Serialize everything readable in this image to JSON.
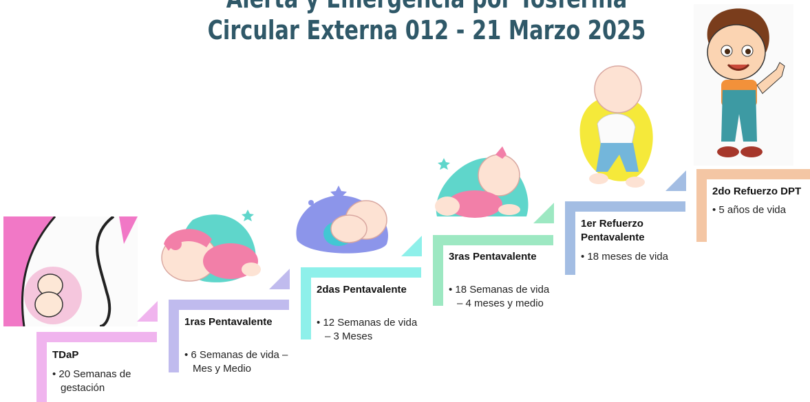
{
  "title": {
    "line1": "Alerta y Emergencia por Tosferina",
    "line2": "Circular Externa 012 - 21 Marzo 2025"
  },
  "steps": [
    {
      "name": "TDaP",
      "desc": "• 20 Semanas de gestación",
      "color": "#f0b4ee",
      "illustration": "pregnant-belly-fetus"
    },
    {
      "name": "1ras Pentavalente",
      "desc": "• 6 Semanas de vida – Mes y Medio",
      "color": "#c0bbee",
      "illustration": "sleeping-baby-pink-bow"
    },
    {
      "name": "2das Pentavalente",
      "desc": "• 12 Semanas de vida – 3 Meses",
      "color": "#8ef0ea",
      "illustration": "baby-lying-on-back"
    },
    {
      "name": "3ras Pentavalente",
      "desc": "• 18 Semanas de vida – 4 meses y medio",
      "color": "#9de8c2",
      "illustration": "crawling-baby-girl"
    },
    {
      "name": "1er Refuerzo Pentavalente",
      "desc": "• 18 meses de vida",
      "color": "#a3bde3",
      "illustration": "toddler-walking"
    },
    {
      "name": "2do Refuerzo DPT",
      "desc": "• 5 años de vida",
      "color": "#f4c6a4",
      "illustration": "boy-thumbs-up"
    }
  ]
}
